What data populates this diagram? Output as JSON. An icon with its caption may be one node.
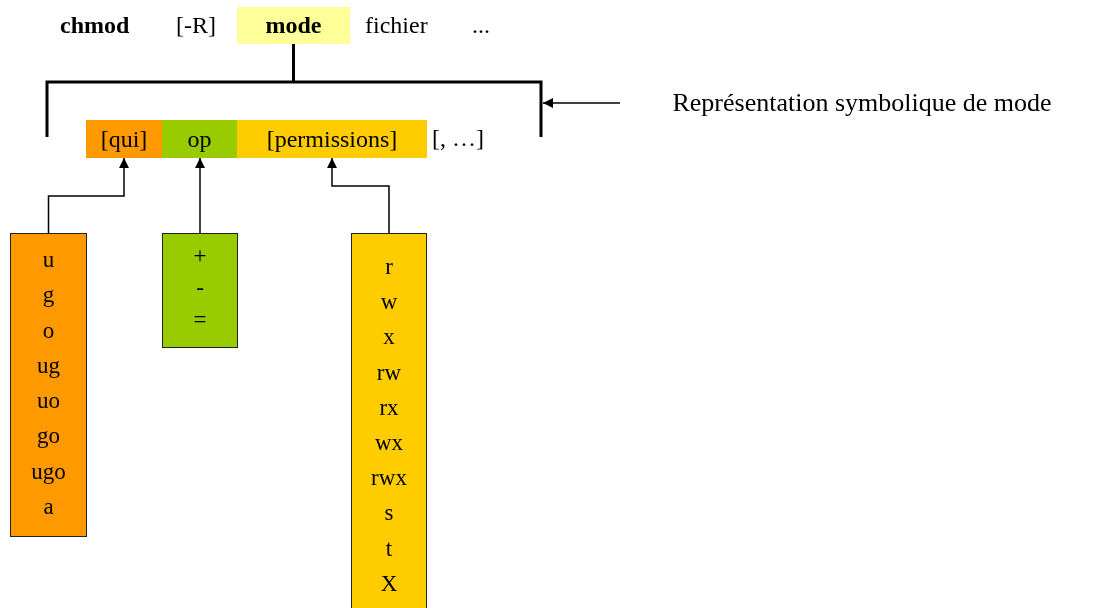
{
  "diagram": {
    "nodes": [
      {
        "text": [
          "mode"
        ]
      },
      {
        "text": [],
        "shape": "bracket"
      },
      {
        "text": [
          "Représentation symbolique de mode"
        ]
      },
      {
        "text": [
          "[qui]"
        ]
      },
      {
        "text": [
          "op"
        ]
      },
      {
        "text": [
          "[permissions]"
        ]
      },
      {
        "text": [
          "u",
          "g",
          "o",
          "ug",
          "uo",
          "go",
          "ugo",
          "a"
        ]
      },
      {
        "text": [
          "+",
          "-",
          "="
        ]
      },
      {
        "text": [
          "r",
          "w",
          "x",
          "rw",
          "rx",
          "wx",
          "rwx",
          "s",
          "t",
          "X"
        ]
      }
    ],
    "edges": [
      {
        "from": 0,
        "to": 1,
        "arrow": "none"
      },
      {
        "from": 2,
        "to": 1,
        "arrow": "to"
      },
      {
        "from": 6,
        "to": 3,
        "arrow": "to"
      },
      {
        "from": 7,
        "to": 4,
        "arrow": "to"
      },
      {
        "from": 8,
        "to": 5,
        "arrow": "to"
      }
    ],
    "labels": [
      "chmod",
      "[-R]",
      "fichier",
      "...",
      "[, …]"
    ]
  }
}
